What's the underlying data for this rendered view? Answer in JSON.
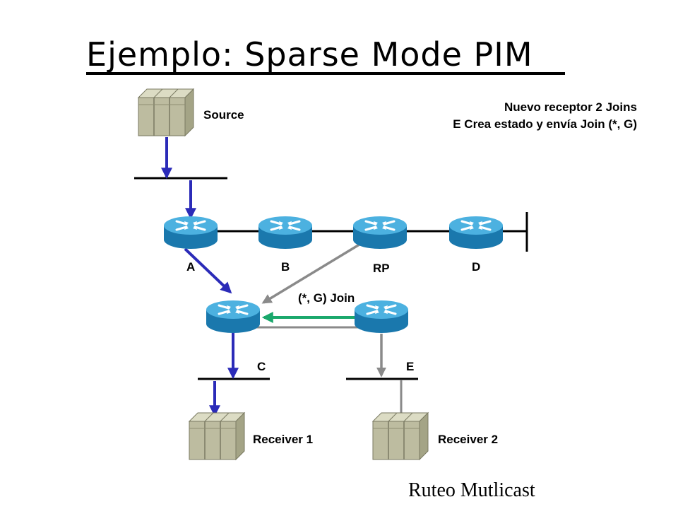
{
  "title": "Ejemplo: Sparse Mode PIM",
  "note": {
    "line1": "Nuevo receptor 2 Joins",
    "line2": "E Crea estado y envía Join (*, G)"
  },
  "labels": {
    "source": "Source",
    "router_a": "A",
    "router_b": "B",
    "router_rp": "RP",
    "router_d": "D",
    "router_c": "C",
    "router_e": "E",
    "join": "(*, G) Join",
    "receiver1": "Receiver 1",
    "receiver2": "Receiver 2"
  },
  "footer": "Ruteo Mutlicast",
  "colors": {
    "router_blue": "#1a8fc4",
    "router_top": "#4cb1e0",
    "server": "#bdbca0",
    "flow_blue": "#2b2bb8",
    "flow_gray": "#8a8a8a",
    "join_green": "#1aa86c"
  }
}
